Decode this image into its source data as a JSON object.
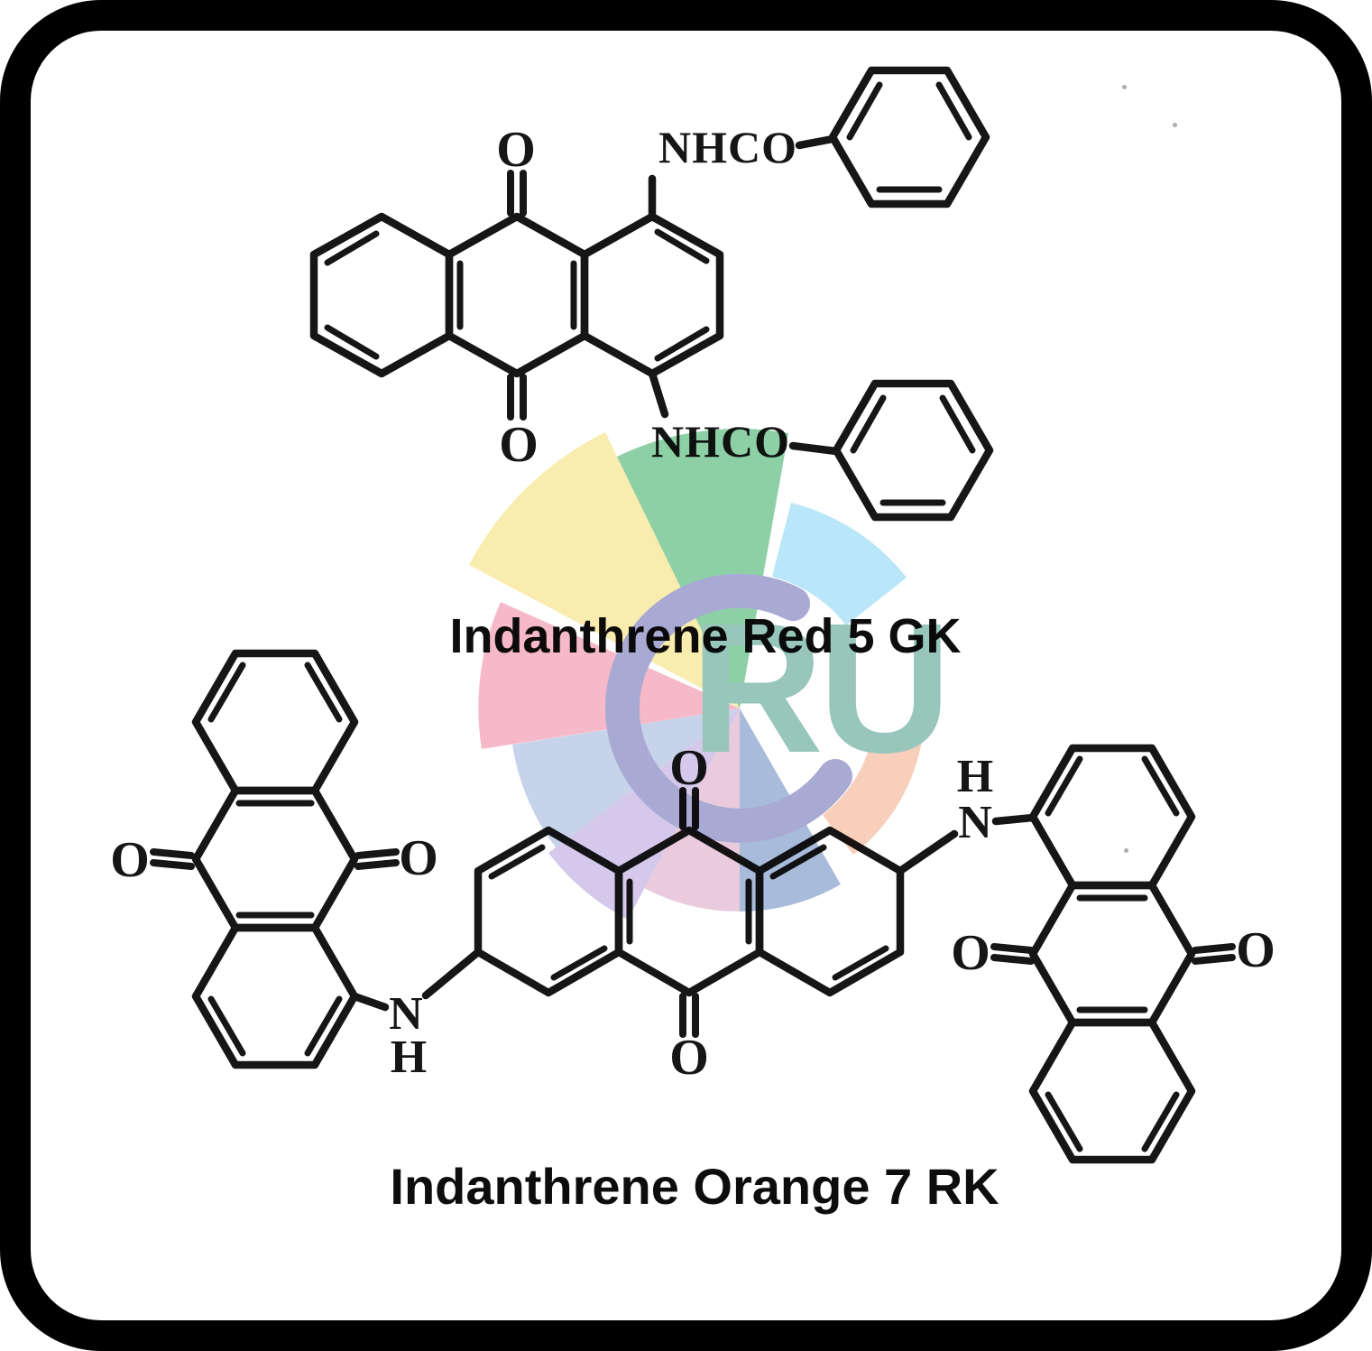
{
  "figure": {
    "ink_color": "#161616",
    "background_color": "#ffffff",
    "frame_color": "#000000",
    "structures": [
      {
        "name": "top-structure",
        "title": "Indanthrene Red 5 GK"
      },
      {
        "name": "bottom-structure",
        "title": "Indanthrene Orange 7 RK"
      }
    ],
    "atom_labels": {
      "oxygen": "O",
      "amide": "NHCO",
      "nitrogen": "N",
      "hydrogen": "H"
    }
  },
  "watermark": {
    "letters": "RU",
    "letters_color": "#98c6bb",
    "ring_color": "#a9aad3",
    "sectors": {
      "yellow": "#f8ecae",
      "green": "#8ed0a6",
      "light_blue": "#b9e6f8",
      "peach": "#f8cfbb",
      "slate_blue": "#a9bbdb",
      "pink_lilac": "#e9cbdd",
      "lilac": "#d4c9ea",
      "lavender_blue": "#c6d3ea",
      "pink": "#f6b9c9"
    }
  }
}
